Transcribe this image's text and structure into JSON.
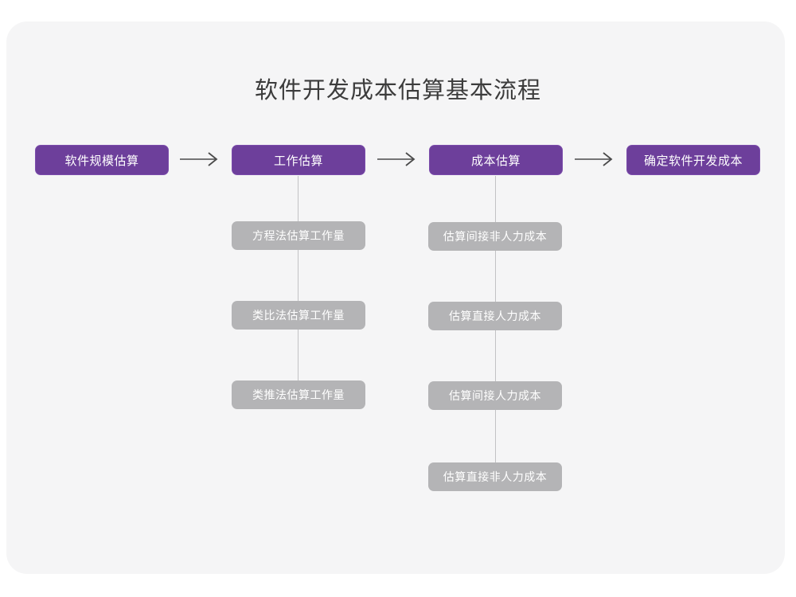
{
  "diagram": {
    "title": "软件开发成本估算基本流程",
    "colors": {
      "page_background": "#ffffff",
      "card_background": "#f5f5f6",
      "stage_fill": "#6d3f9b",
      "stage_border": "#7b4cab",
      "stage_text": "#ffffff",
      "sub_fill": "#b4b4b6",
      "sub_text": "#ffffff",
      "connector": "#c2c2c4",
      "arrow": "#4a4a4a",
      "title_text": "#3c3c3c"
    },
    "stages": [
      {
        "id": "stage-1",
        "label": "软件规模估算"
      },
      {
        "id": "stage-2",
        "label": "工作估算"
      },
      {
        "id": "stage-3",
        "label": "成本估算"
      },
      {
        "id": "stage-4",
        "label": "确定软件开发成本"
      }
    ],
    "arrows": [
      {
        "id": "arrow-1",
        "glyph": "→",
        "from": "stage-1",
        "to": "stage-2"
      },
      {
        "id": "arrow-2",
        "glyph": "→",
        "from": "stage-2",
        "to": "stage-3"
      },
      {
        "id": "arrow-3",
        "glyph": "→",
        "from": "stage-3",
        "to": "stage-4"
      }
    ],
    "branches": [
      {
        "parent": "stage-2",
        "items": [
          {
            "id": "sub-2-1",
            "label": "方程法估算工作量"
          },
          {
            "id": "sub-2-2",
            "label": "类比法估算工作量"
          },
          {
            "id": "sub-2-3",
            "label": "类推法估算工作量"
          }
        ]
      },
      {
        "parent": "stage-3",
        "items": [
          {
            "id": "sub-3-1",
            "label": "估算间接非人力成本"
          },
          {
            "id": "sub-3-2",
            "label": "估算直接人力成本"
          },
          {
            "id": "sub-3-3",
            "label": "估算间接人力成本"
          },
          {
            "id": "sub-3-4",
            "label": "估算直接非人力成本"
          }
        ]
      }
    ]
  }
}
